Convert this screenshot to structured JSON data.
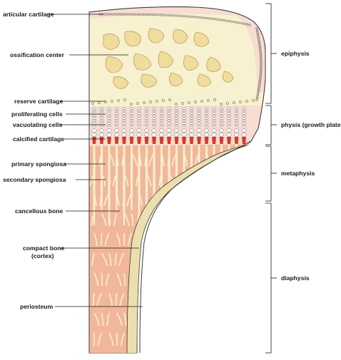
{
  "diagram": {
    "left_labels": [
      {
        "id": "articular-cartilage",
        "text": "articular cartilage"
      },
      {
        "id": "ossification-center",
        "text": "ossification center"
      },
      {
        "id": "reserve-cartilage",
        "text": "reserve cartilage"
      },
      {
        "id": "proliferating-cells",
        "text": "proliferating cells"
      },
      {
        "id": "vacuolating-cells",
        "text": "vacuolating cells"
      },
      {
        "id": "calcified-cartilage",
        "text": "calcified cartilage"
      },
      {
        "id": "primary-spongiosa",
        "text": "primary spongiosa"
      },
      {
        "id": "secondary-spongiosa",
        "text": "secondary spongiosa"
      },
      {
        "id": "cancellous-bone",
        "text": "cancellous bone"
      },
      {
        "id": "compact-bone",
        "text": "compact bone",
        "text2": "(cortex)"
      },
      {
        "id": "periosteum",
        "text": "periosteum"
      }
    ],
    "region_labels": [
      {
        "id": "epiphysis",
        "text": "epiphysis"
      },
      {
        "id": "physis",
        "text": "physis (growth plate)"
      },
      {
        "id": "metaphysis",
        "text": "metaphysis"
      },
      {
        "id": "diaphysis",
        "text": "diaphysis"
      }
    ],
    "colors": {
      "cartilage": "#f7f1cf",
      "bone_tissue": "#f2b79a",
      "marrow_pink": "#f5c6ae",
      "growth_plate": "#f7dcd2",
      "cortex": "#ecdfae",
      "outline": "#3a3a3a",
      "calcified": "#d63a2a"
    }
  }
}
